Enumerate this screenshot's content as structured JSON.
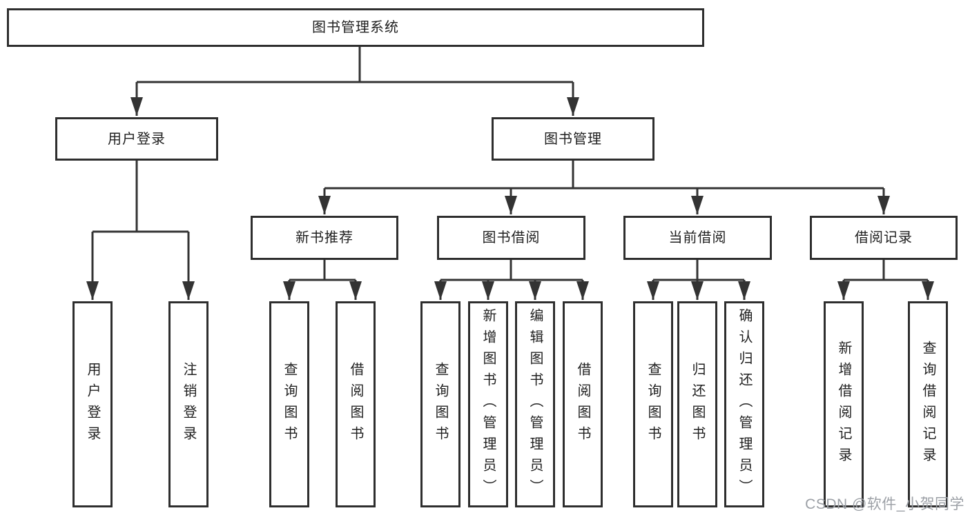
{
  "diagram": {
    "type": "hierarchy-tree",
    "title": "图书管理系统",
    "root": {
      "label": "图书管理系统"
    },
    "level2": [
      {
        "label": "用户登录"
      },
      {
        "label": "图书管理"
      }
    ],
    "level3": [
      {
        "label": "新书推荐"
      },
      {
        "label": "图书借阅"
      },
      {
        "label": "当前借阅"
      },
      {
        "label": "借阅记录"
      }
    ],
    "leaves": {
      "user_login": [
        {
          "label": "用户登录"
        },
        {
          "label": "注销登录"
        }
      ],
      "new_books": [
        {
          "label": "查询图书"
        },
        {
          "label": "借阅图书"
        }
      ],
      "book_borrow": [
        {
          "label": "查询图书"
        },
        {
          "label": "新增图书（管理员）"
        },
        {
          "label": "编辑图书（管理员）"
        },
        {
          "label": "借阅图书"
        }
      ],
      "current_borrow": [
        {
          "label": "查询图书"
        },
        {
          "label": "归还图书"
        },
        {
          "label": "确认归还（管理员）"
        }
      ],
      "borrow_records": [
        {
          "label": "新增借阅记录"
        },
        {
          "label": "查询借阅记录"
        }
      ]
    },
    "hierarchy": [
      {
        "parent": "图书管理系统",
        "children": [
          "用户登录",
          "图书管理"
        ]
      },
      {
        "parent": "用户登录",
        "children": [
          "用户登录",
          "注销登录"
        ]
      },
      {
        "parent": "图书管理",
        "children": [
          "新书推荐",
          "图书借阅",
          "当前借阅",
          "借阅记录"
        ]
      },
      {
        "parent": "新书推荐",
        "children": [
          "查询图书",
          "借阅图书"
        ]
      },
      {
        "parent": "图书借阅",
        "children": [
          "查询图书",
          "新增图书（管理员）",
          "编辑图书（管理员）",
          "借阅图书"
        ]
      },
      {
        "parent": "当前借阅",
        "children": [
          "查询图书",
          "归还图书",
          "确认归还（管理员）"
        ]
      },
      {
        "parent": "借阅记录",
        "children": [
          "新增借阅记录",
          "查询借阅记录"
        ]
      }
    ],
    "colors": {
      "line": "#333333",
      "box_border": "#2e2e2e",
      "text": "#1f1f1f",
      "watermark_text": "#9ca0a6",
      "background": "#ffffff"
    },
    "watermark": "CSDN @软件_小贺同学"
  }
}
